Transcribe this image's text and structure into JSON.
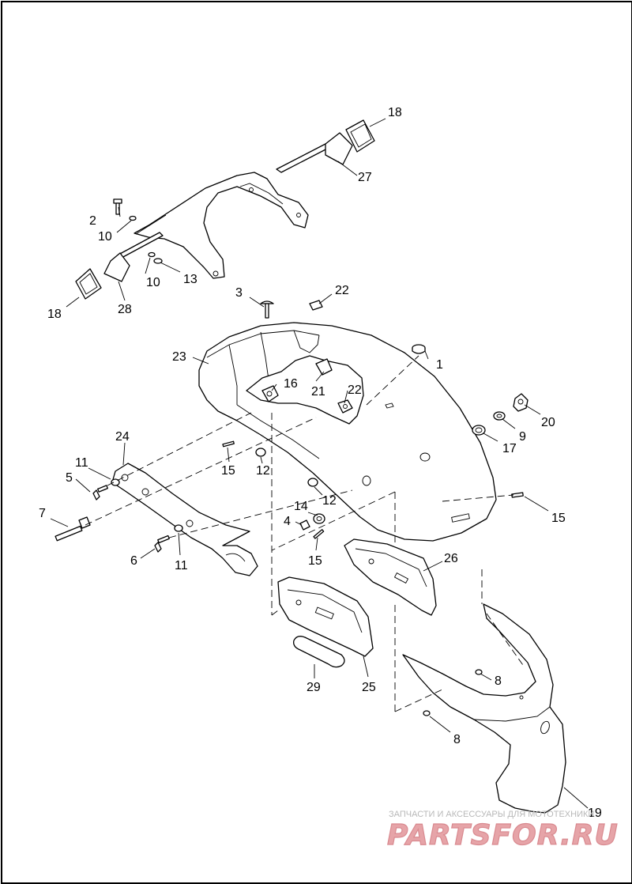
{
  "callouts": {
    "c1": "1",
    "c2": "2",
    "c3": "3",
    "c4": "4",
    "c5": "5",
    "c6": "6",
    "c7": "7",
    "c8a": "8",
    "c8b": "8",
    "c9": "9",
    "c10a": "10",
    "c10b": "10",
    "c11a": "11",
    "c11b": "11",
    "c12a": "12",
    "c12b": "12",
    "c13": "13",
    "c14": "14",
    "c15a": "15",
    "c15b": "15",
    "c15c": "15",
    "c16": "16",
    "c17": "17",
    "c18a": "18",
    "c18b": "18",
    "c19": "19",
    "c20": "20",
    "c21": "21",
    "c22a": "22",
    "c22b": "22",
    "c23": "23",
    "c24": "24",
    "c25": "25",
    "c26": "26",
    "c27": "27",
    "c28": "28",
    "c29": "29"
  },
  "watermark": {
    "caption": "ЗАПЧАСТИ И АКСЕССУАРЫ ДЛЯ МОТОТЕХНИКИ",
    "brand": "PARTSFOR.RU"
  }
}
